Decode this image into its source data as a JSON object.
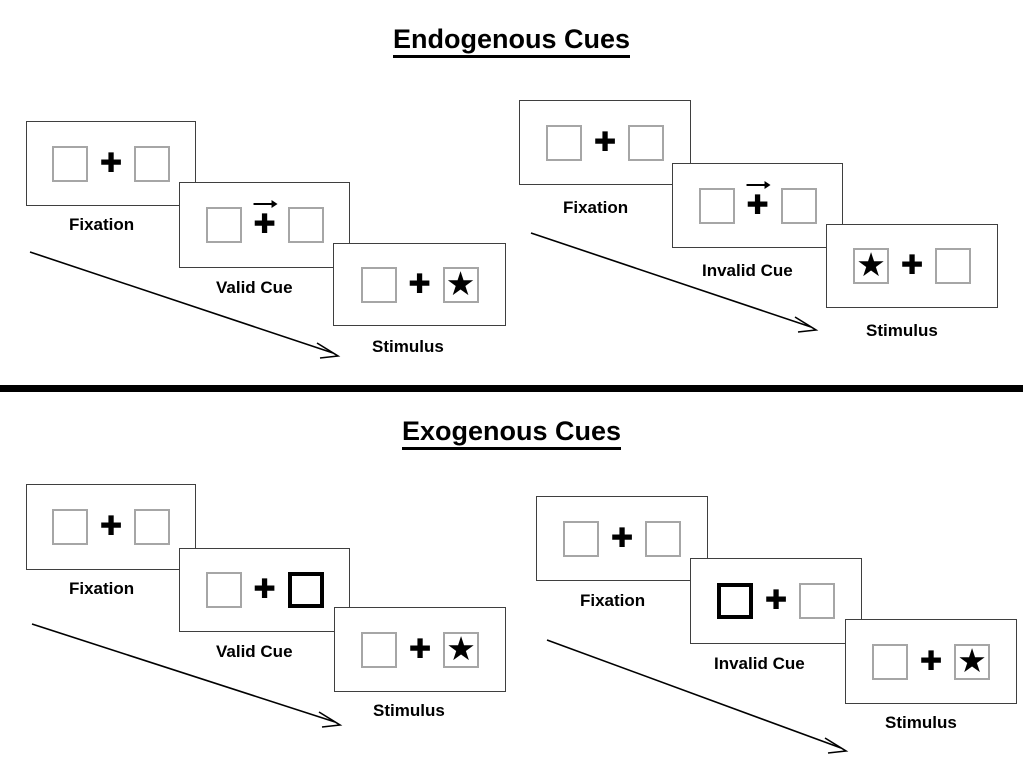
{
  "sections": [
    {
      "title": "Endogenous Cues",
      "cue_type": "arrow",
      "conditions": [
        {
          "name": "valid",
          "panels": [
            {
              "label": "Fixation",
              "left_box": "empty",
              "right_box": "empty",
              "center": "plus",
              "cue": "none"
            },
            {
              "label": "Valid Cue",
              "left_box": "empty",
              "right_box": "empty",
              "center": "plus",
              "cue": "arrow-right-icon"
            },
            {
              "label": "Stimulus",
              "left_box": "empty",
              "right_box": "star",
              "center": "plus",
              "cue": "none"
            }
          ]
        },
        {
          "name": "invalid",
          "panels": [
            {
              "label": "Fixation",
              "left_box": "empty",
              "right_box": "empty",
              "center": "plus",
              "cue": "none"
            },
            {
              "label": "Invalid Cue",
              "left_box": "empty",
              "right_box": "empty",
              "center": "plus",
              "cue": "arrow-right-icon"
            },
            {
              "label": "Stimulus",
              "left_box": "star",
              "right_box": "empty",
              "center": "plus",
              "cue": "none"
            }
          ]
        }
      ]
    },
    {
      "title": "Exogenous Cues",
      "cue_type": "box-highlight",
      "conditions": [
        {
          "name": "valid",
          "panels": [
            {
              "label": "Fixation",
              "left_box": "empty",
              "right_box": "empty",
              "center": "plus",
              "cue": "none"
            },
            {
              "label": "Valid Cue",
              "left_box": "empty",
              "right_box": "cued",
              "center": "plus",
              "cue": "none"
            },
            {
              "label": "Stimulus",
              "left_box": "empty",
              "right_box": "star",
              "center": "plus",
              "cue": "none"
            }
          ]
        },
        {
          "name": "invalid",
          "panels": [
            {
              "label": "Fixation",
              "left_box": "empty",
              "right_box": "empty",
              "center": "plus",
              "cue": "none"
            },
            {
              "label": "Invalid Cue",
              "left_box": "cued",
              "right_box": "empty",
              "center": "plus",
              "cue": "none"
            },
            {
              "label": "Stimulus",
              "left_box": "empty",
              "right_box": "star",
              "center": "plus",
              "cue": "none"
            }
          ]
        }
      ]
    }
  ],
  "glyphs": {
    "plus": "✚",
    "star": "★"
  },
  "colors": {
    "panel_border": "#3f3f3f",
    "box_border": "#a6a6a6",
    "cued_box_border": "#000000",
    "text": "#000000",
    "divider": "#000000",
    "background": "#ffffff"
  }
}
